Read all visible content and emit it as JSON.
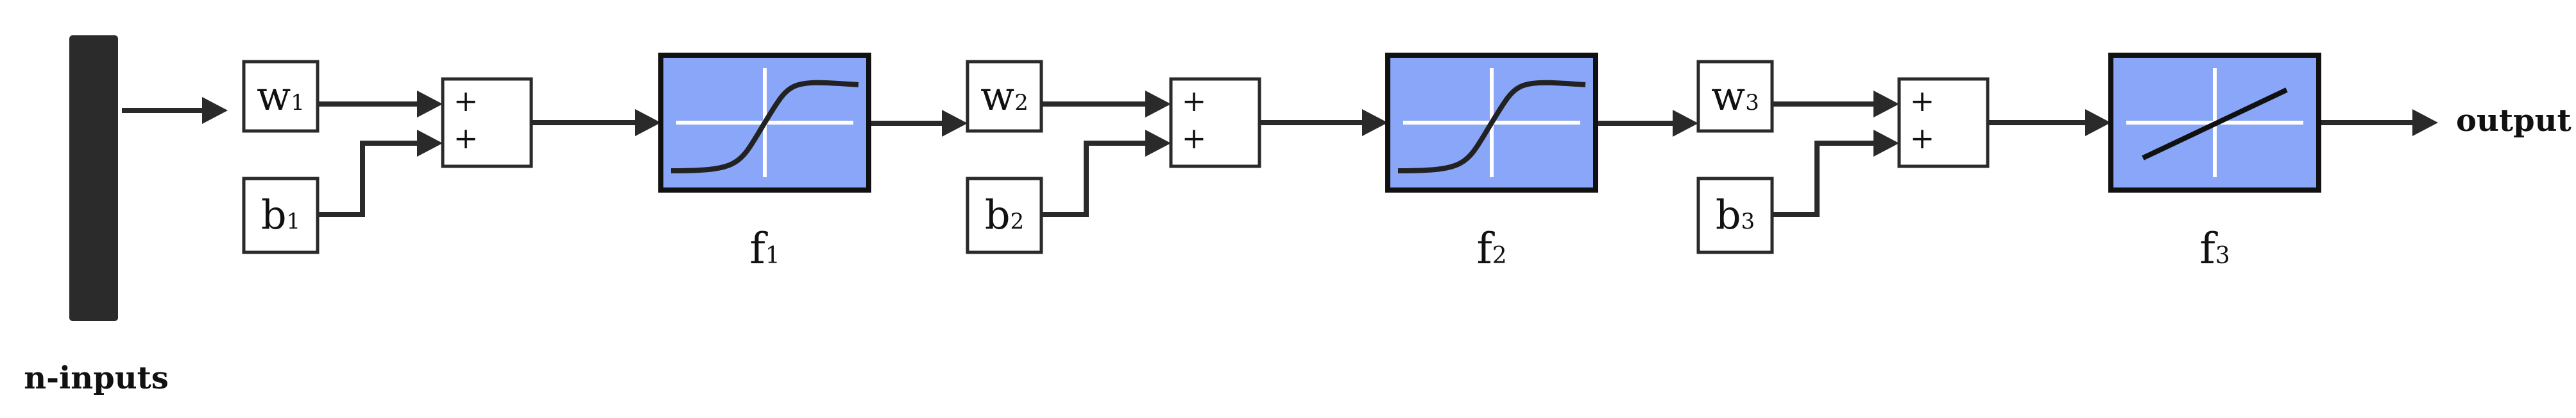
{
  "inputs_label": "n-inputs",
  "output_label": "output",
  "colors": {
    "activation_fill": "#8aa6f8",
    "stroke": "#2a2a2a",
    "input_bar": "#2b2b2b",
    "box_fill": "#ffffff",
    "axis": "#ffffff"
  },
  "layers": [
    {
      "weight": {
        "base": "w",
        "sub": "1"
      },
      "bias": {
        "base": "b",
        "sub": "1"
      },
      "sum_signs": [
        "+",
        "+"
      ],
      "activation": {
        "base": "f",
        "sub": "1",
        "kind": "sigmoid"
      }
    },
    {
      "weight": {
        "base": "w",
        "sub": "2"
      },
      "bias": {
        "base": "b",
        "sub": "2"
      },
      "sum_signs": [
        "+",
        "+"
      ],
      "activation": {
        "base": "f",
        "sub": "2",
        "kind": "sigmoid"
      }
    },
    {
      "weight": {
        "base": "w",
        "sub": "3"
      },
      "bias": {
        "base": "b",
        "sub": "3"
      },
      "sum_signs": [
        "+",
        "+"
      ],
      "activation": {
        "base": "f",
        "sub": "3",
        "kind": "linear"
      }
    }
  ]
}
